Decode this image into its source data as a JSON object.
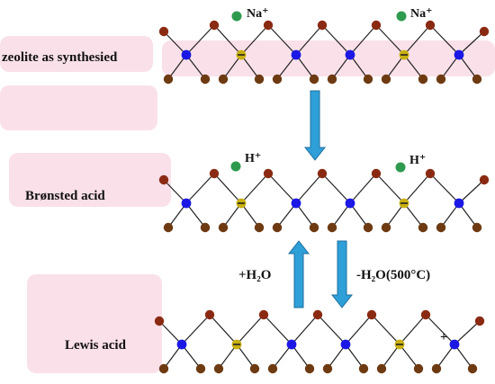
{
  "labels": {
    "zeolite": "zeolite as synthesied",
    "bronsted": "Brønsted acid",
    "lewis": "Lewis acid",
    "na_ion": "Na⁺",
    "h_ion": "H⁺",
    "add_water": "+H₂O",
    "remove_water": "-H₂O(500°C)",
    "plus": "+"
  },
  "colors": {
    "oxygen": "#8b2a12",
    "oxygen_lower": "#6e3a12",
    "silicon": "#1b18e6",
    "aluminum": "#c8b011",
    "sodium_or_proton": "#2e9a4e",
    "arrow": "#2f9fd8",
    "arrow_edge": "#1e6f9f",
    "bond": "#222222"
  },
  "legend_icons": {
    "down_arrow": "down-arrow-icon",
    "up_arrow": "up-arrow-icon"
  }
}
